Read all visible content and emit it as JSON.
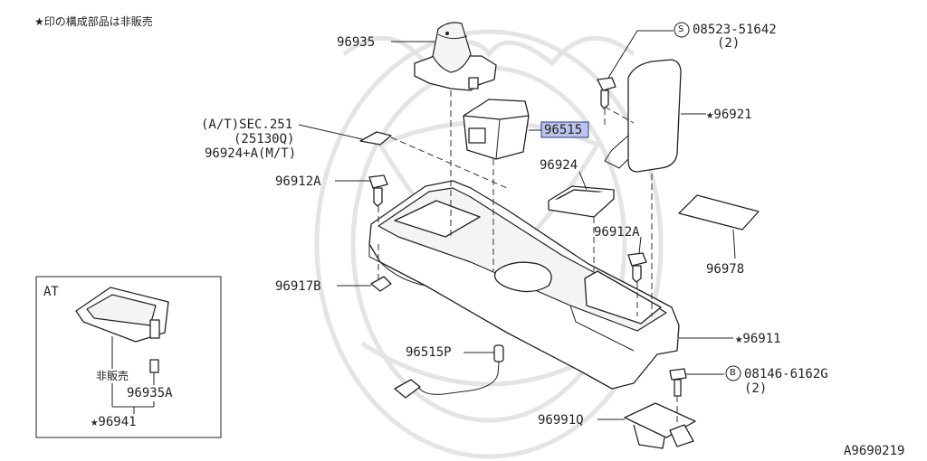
{
  "note": "★印の構成部品は非販売",
  "diagram_id": "A9690219",
  "highlight_color": "#b9c4ea",
  "labels": {
    "p96935": "96935",
    "p08523_s": "S",
    "p08523": "08523-51642",
    "p08523_qty": "(2)",
    "p96921": "★96921",
    "p96515": "96515",
    "sec_at": "(A/T)SEC.251",
    "sec_code": "(25130Q)",
    "p96924_mt": "96924+A(M/T)",
    "p96924": "96924",
    "p96912A_left": "96912A",
    "p96912A_right": "96912A",
    "p96978": "96978",
    "p96917B": "96917B",
    "p96911": "★96911",
    "p96515P": "96515P",
    "p08146_b": "B",
    "p08146": "08146-6162G",
    "p08146_qty": "(2)",
    "p96991Q": "96991Q"
  },
  "inset": {
    "title": "AT",
    "not_sold": "非販売",
    "p96935A": "96935A",
    "p96941": "★96941"
  }
}
